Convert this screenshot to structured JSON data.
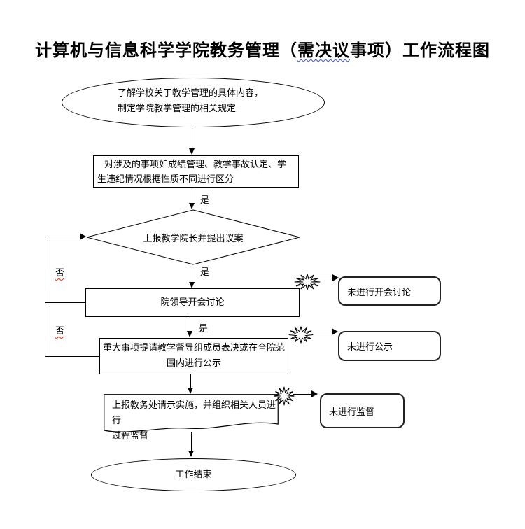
{
  "title": {
    "prefix": "计算机与信息科学学院教务管理（",
    "underlined": "需决议",
    "suffix": "事项）工作流程图"
  },
  "nodes": {
    "start": {
      "type": "ellipse",
      "lines": [
        "了解学校关于教学管理的具体内容，",
        "制定学院教学管理的相关规定"
      ]
    },
    "classify": {
      "type": "rect",
      "lines": [
        "对涉及的事项如成绩管理、教学事故认定、学",
        "生违纪情况根据性质不同进行区分"
      ]
    },
    "decision": {
      "type": "diamond",
      "text": "上报教学院长并提出议案"
    },
    "meeting": {
      "type": "rect",
      "text": "院领导开会讨论"
    },
    "vote": {
      "type": "rect",
      "lines": [
        "重大事项提请教学督导组成员表决或在全院范",
        "围内进行公示"
      ]
    },
    "report": {
      "type": "document",
      "lines": [
        "上报教务处请示实施，并组织相关人员进行",
        "过程监督"
      ]
    },
    "end": {
      "type": "ellipse",
      "text": "工作结束"
    }
  },
  "callouts": {
    "no_meeting": {
      "text": "未进行开会讨论"
    },
    "no_publicity": {
      "text": "未进行公示"
    },
    "no_supervision": {
      "text": "未进行监督"
    }
  },
  "labels": {
    "yes1": "是",
    "yes2": "是",
    "yes3": "是",
    "no1": "否",
    "no2": "否"
  },
  "colors": {
    "line": "#000000",
    "title_spellcheck_wave": "#3a52d6",
    "no_spellcheck_wave": "#ff2a00",
    "background": "#ffffff"
  }
}
